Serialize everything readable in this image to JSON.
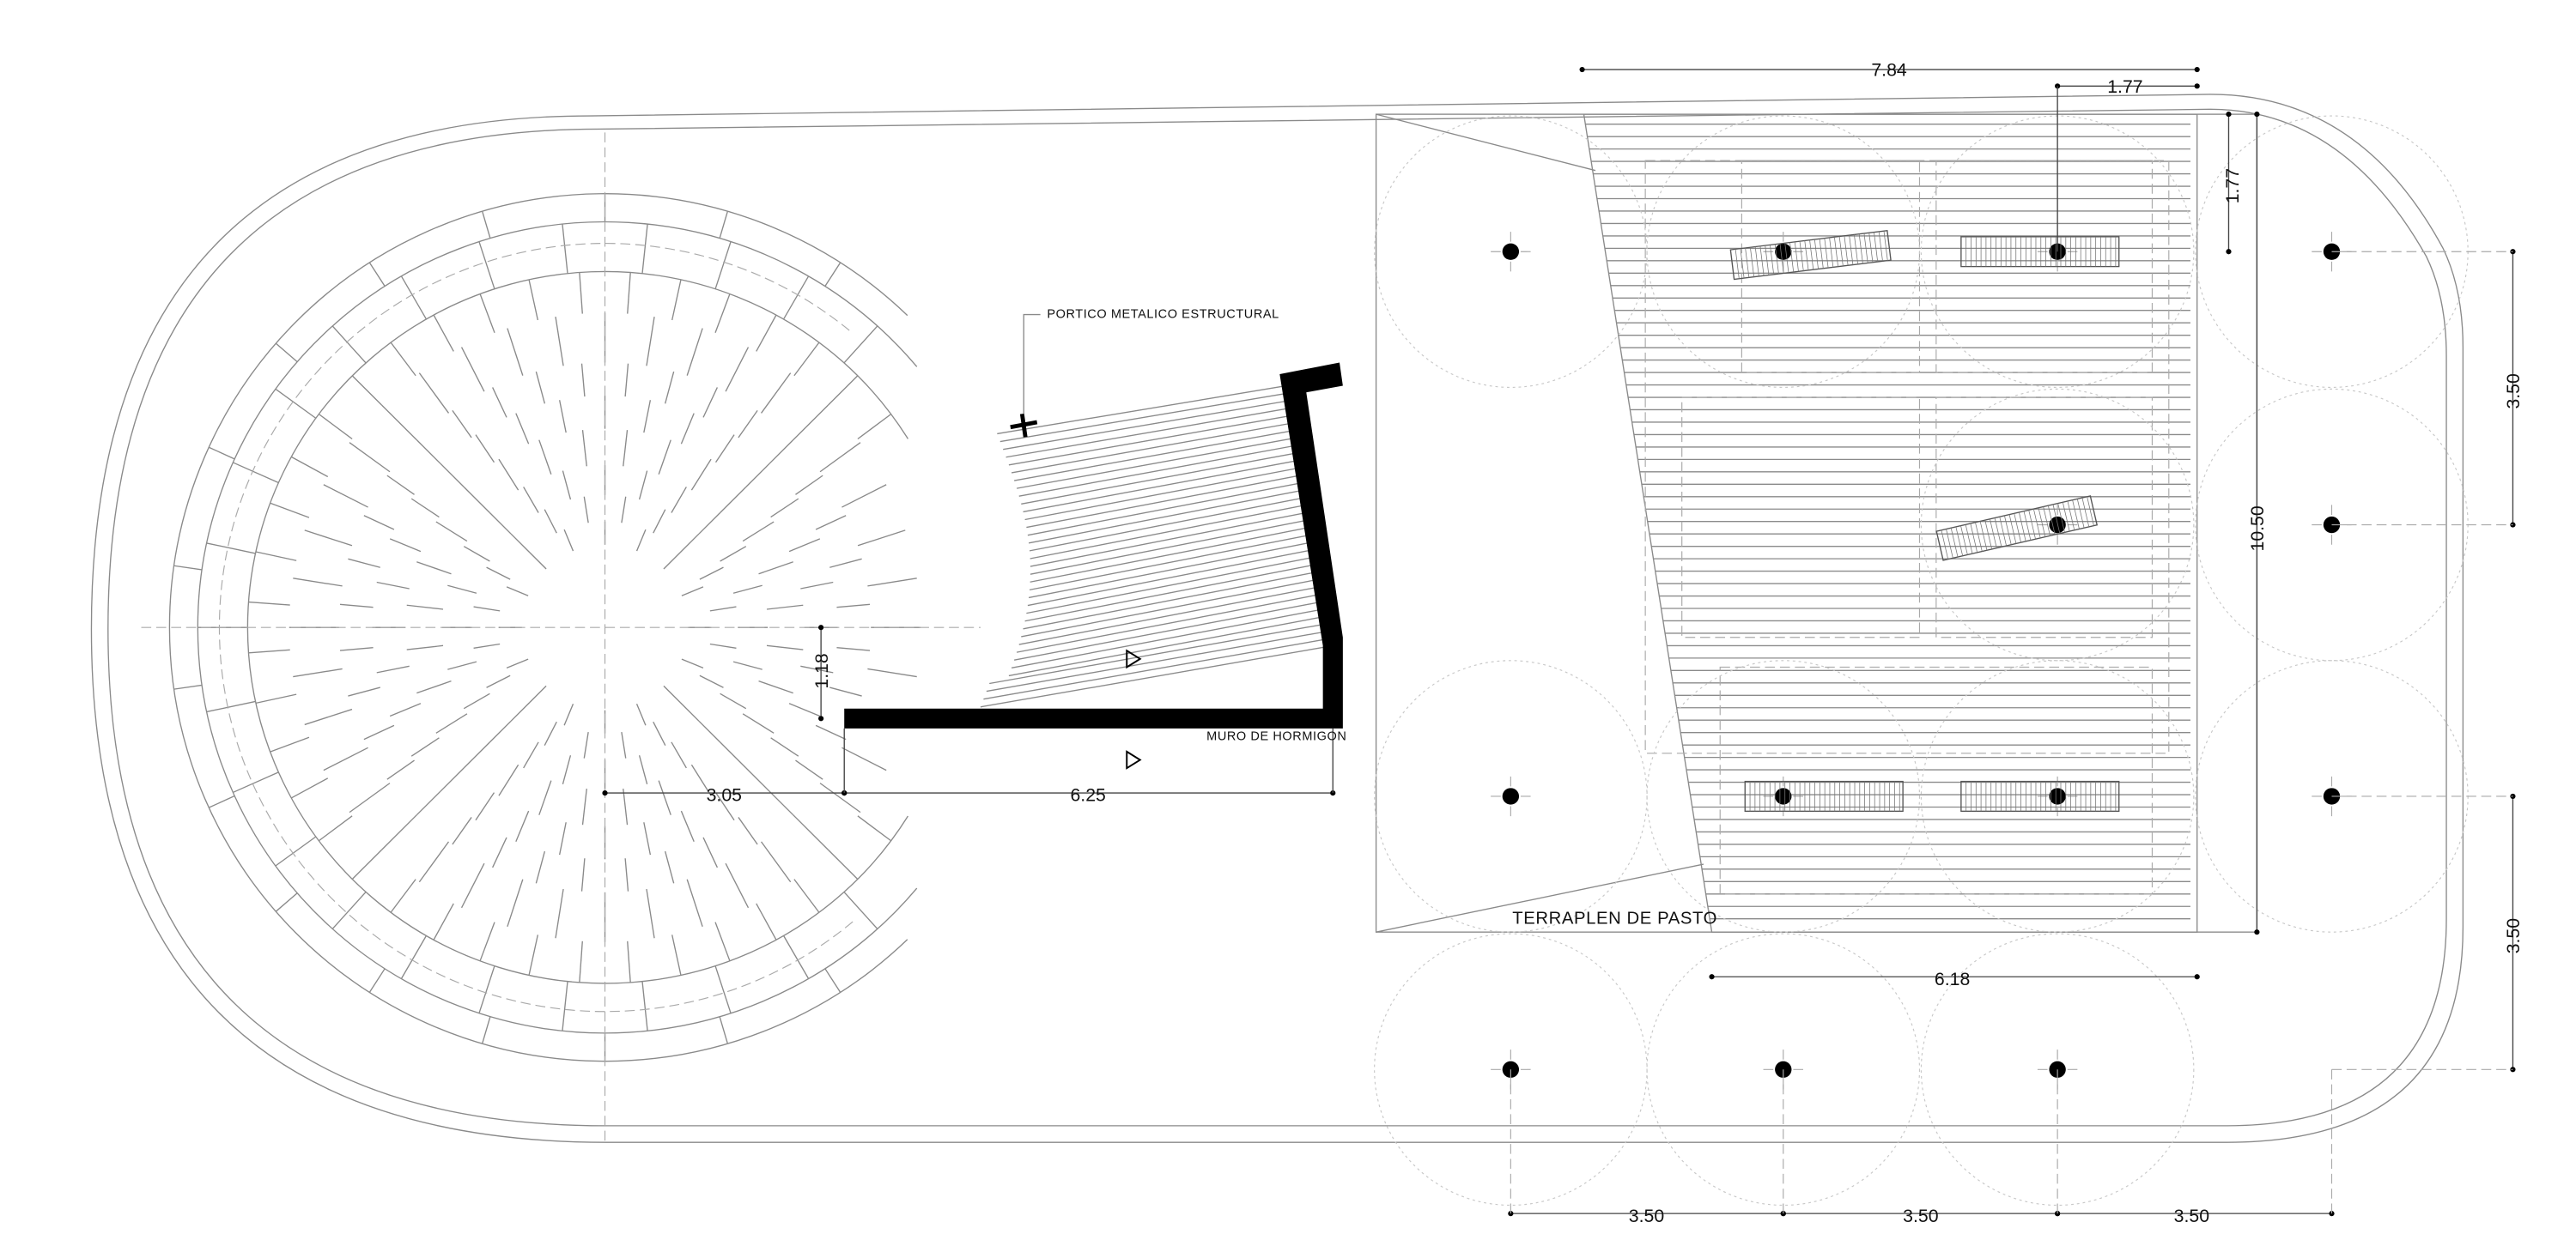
{
  "title": "Architectural site plan",
  "labels": {
    "portico": "PORTICO METALICO ESTRUCTURAL",
    "muro": "MURO DE HORMIGON",
    "terraplen": "TERRAPLEN DE PASTO"
  },
  "dimensions": {
    "top_width": "7.84",
    "top_offset": "1.77",
    "right_offset": "1.77",
    "total_height": "10.50",
    "bottom_width": "6.18",
    "ramp_length": "6.25",
    "radius_offset": "3.05",
    "wall_offset": "1.18",
    "grid_right_1": "3.50",
    "grid_right_2": "3.50",
    "grid_bottom_1": "3.50",
    "grid_bottom_2": "3.50",
    "grid_bottom_3": "3.50"
  },
  "colors": {
    "line": "#8a8a8a",
    "wall": "#000000",
    "dim": "#444444"
  }
}
